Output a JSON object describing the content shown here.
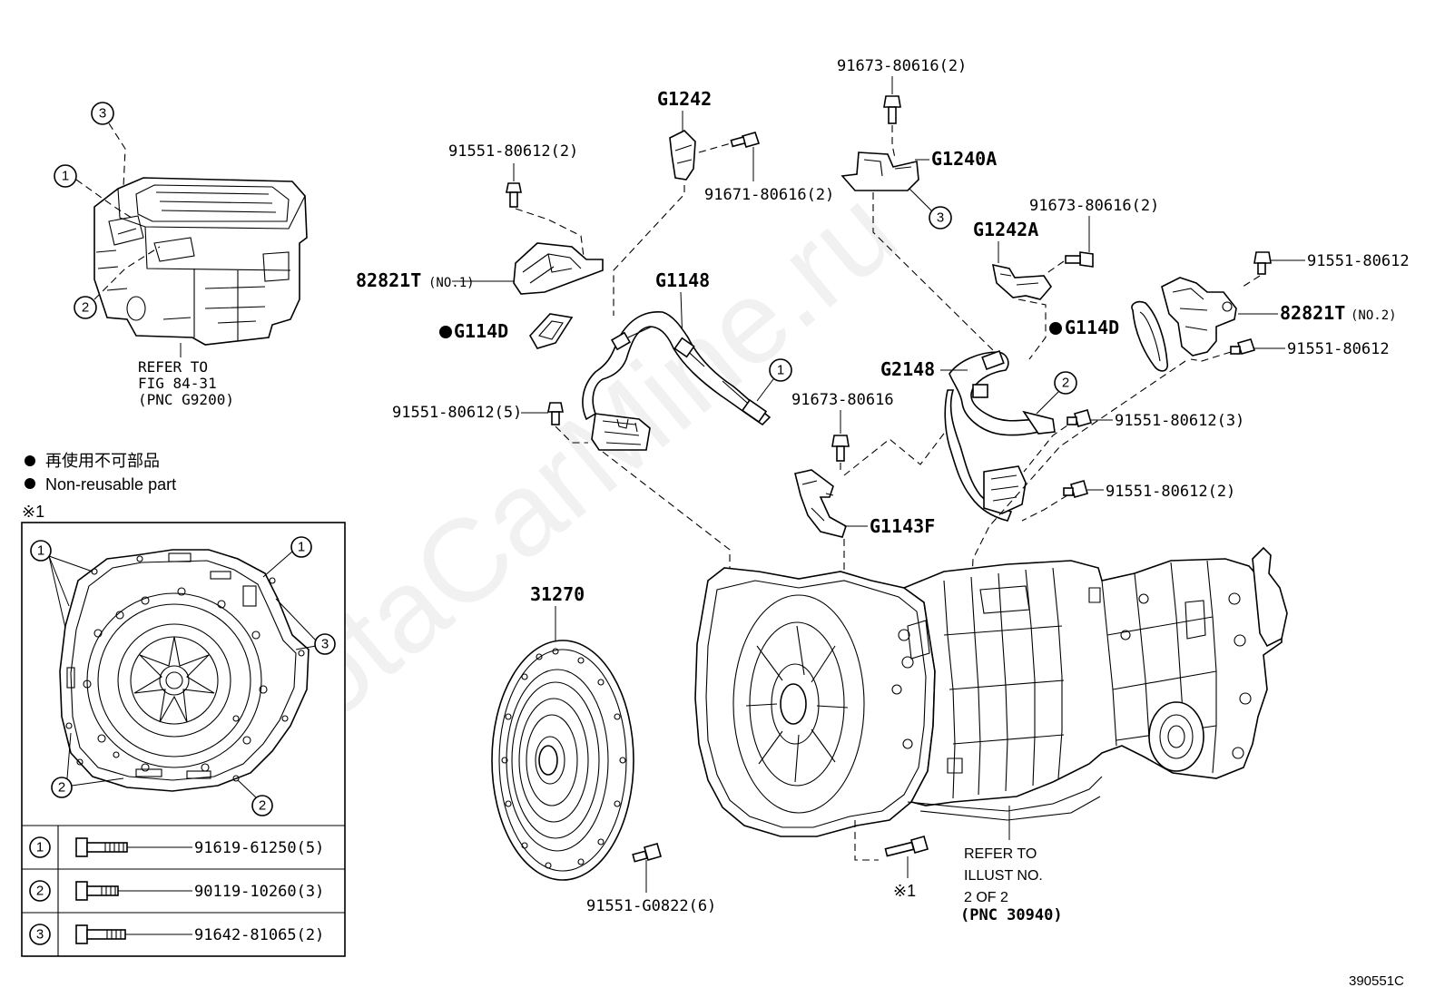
{
  "watermark": "ToyotaCarMine.ru",
  "figure_code": "390551C",
  "legend": {
    "jp": "再使用不可部品",
    "en": "Non-reusable part"
  },
  "note_mark": "※1",
  "refer_inverter": [
    "REFER TO",
    "FIG 84-31",
    "(PNC G9200)"
  ],
  "refer_illust": [
    "REFER TO",
    "ILLUST NO.",
    "2 OF 2",
    "(PNC 30940)"
  ],
  "callouts": {
    "c1": "1",
    "c2": "2",
    "c3": "3"
  },
  "labels": {
    "p91673_80616_2_top": "91673-80616(2)",
    "g1242": "G1242",
    "g1240a": "G1240A",
    "p91551_80612_2_left": "91551-80612(2)",
    "p91671_80616_2": "91671-80616(2)",
    "p82821t_no1": "82821T",
    "no1": "(NO.1)",
    "g1148": "G1148",
    "g114d_left": "G114D",
    "p91673_80616_2_right": "91673-80616(2)",
    "g1242a": "G1242A",
    "p91551_80612_right_top": "91551-80612",
    "p82821t_no2": "82821T",
    "no2": "(NO.2)",
    "g114d_right": "G114D",
    "p91551_80612_right_mid": "91551-80612",
    "g2148": "G2148",
    "p91673_80616_center": "91673-80616",
    "p91551_80612_5": "91551-80612(5)",
    "p91551_80612_3": "91551-80612(3)",
    "p91551_80612_2_right": "91551-80612(2)",
    "g1143f": "G1143F",
    "p31270": "31270",
    "p91551_g0822_6": "91551-G0822(6)"
  },
  "bolt_table": [
    {
      "num": "1",
      "part": "91619-61250(5)"
    },
    {
      "num": "2",
      "part": "90119-10260(3)"
    },
    {
      "num": "3",
      "part": "91642-81065(2)"
    }
  ]
}
